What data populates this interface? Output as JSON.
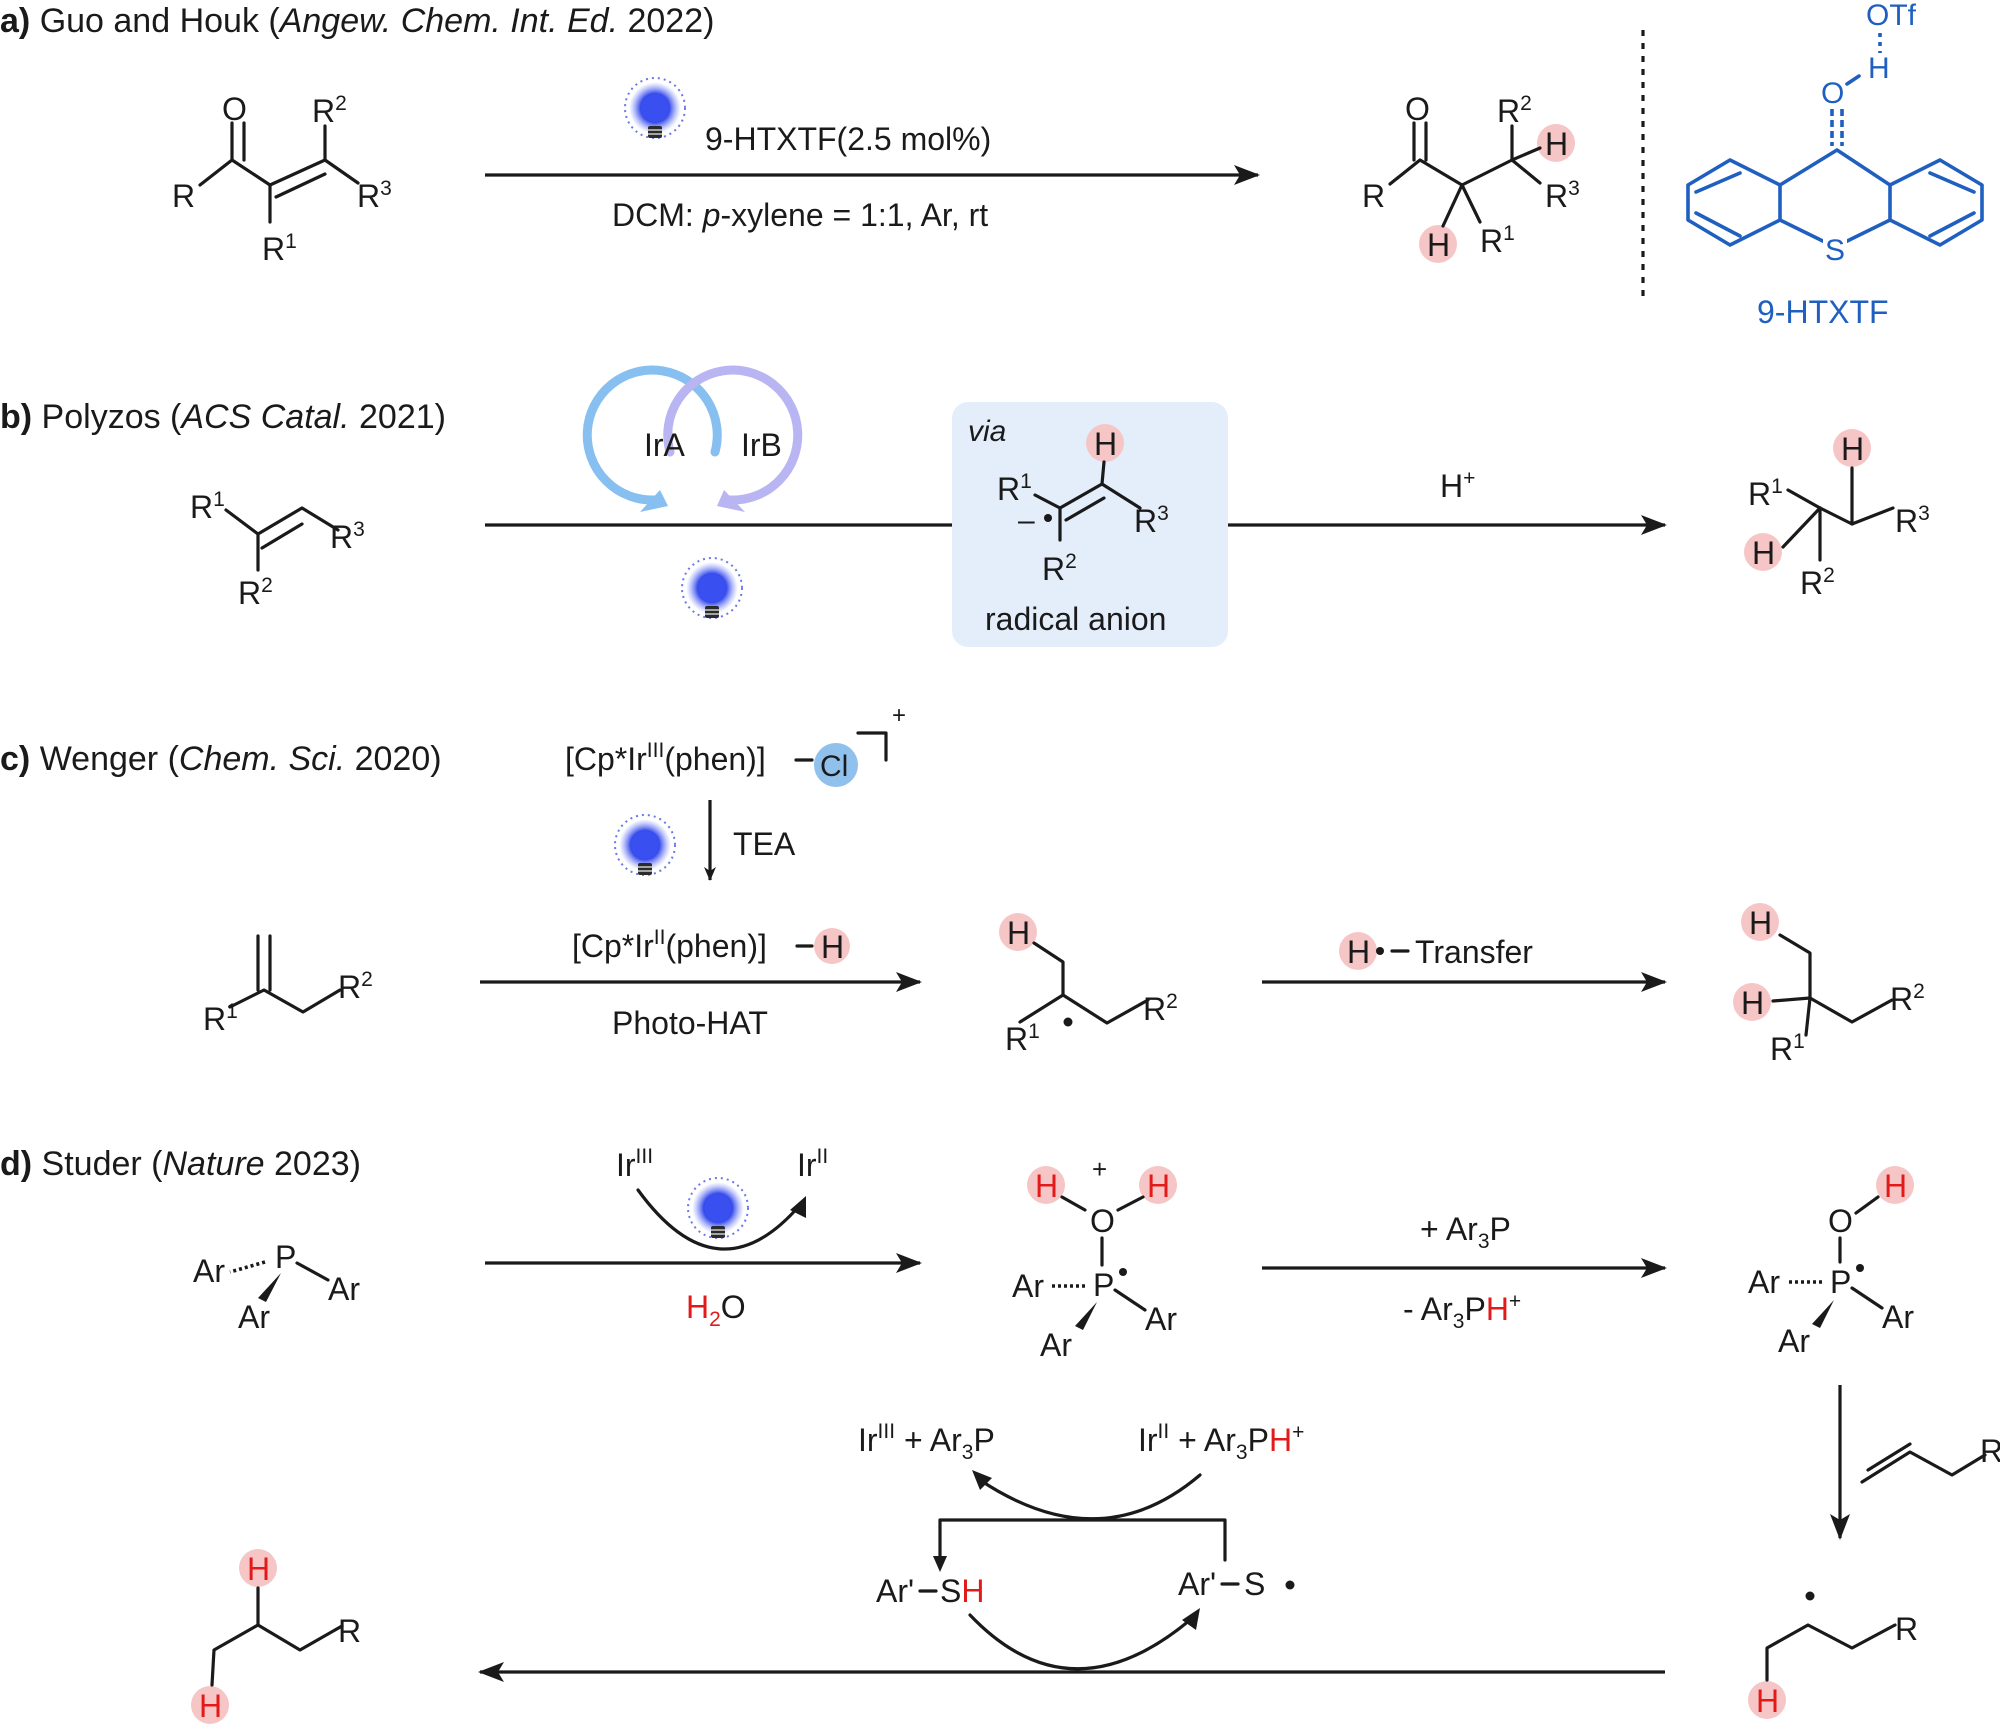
{
  "panels": {
    "a": {
      "letter": "a)",
      "authors": "Guo and Houk (",
      "journal": "Angew. Chem. Int. Ed.",
      "year": " 2022)",
      "catalyst_cond": "9-HTXTF(2.5 mol%)",
      "solvent_prefix": "DCM: ",
      "solvent_italic": "p",
      "solvent_suffix": "-xylene = 1:1, Ar, rt",
      "catalyst_label": "9-HTXTF",
      "otf_label": "OTf"
    },
    "b": {
      "letter": "b)",
      "authors": "Polyzos (",
      "journal": "ACS Catal.",
      "year": " 2021)",
      "cat_a": "IrA",
      "cat_b": "IrB",
      "via": "via",
      "intermediate_label": "radical anion",
      "proton_label": "H",
      "proton_charge": "+"
    },
    "c": {
      "letter": "c)",
      "authors": "Wenger (",
      "journal": "Chem. Sci.",
      "year": " 2020)",
      "precat_left": "[Cp*Ir",
      "precat_ox": "III",
      "precat_right": "(phen)]",
      "precat_x": "Cl",
      "precat_charge": "+",
      "reductant": "TEA",
      "hydride_left": "[Cp*Ir",
      "hydride_ox": "II",
      "hydride_right": "(phen)]",
      "step1_label": "Photo-HAT",
      "step2_label": "Transfer"
    },
    "d": {
      "letter": "d)",
      "authors": "Studer (",
      "journal": "Nature",
      "year": " 2023)",
      "ir3": "III",
      "ir2": "II",
      "water_sub": "2",
      "reagent_add_prefix": "+ Ar",
      "reagent_add_suffix": "P",
      "reagent_remove_prefix": "- Ar",
      "reagent_remove_suffix": "P",
      "thiol_label": "Ar'",
      "sub_three": "3"
    }
  },
  "colors": {
    "highlight_pink": "#f6c6c6",
    "chloride_blue": "#8fc1ec",
    "hydrogen_red": "#e21a1a",
    "catalyst_blue": "#1f5fbf",
    "intermediate_box": "#e4eefb"
  },
  "icons": [
    "light-bulb-icon"
  ]
}
